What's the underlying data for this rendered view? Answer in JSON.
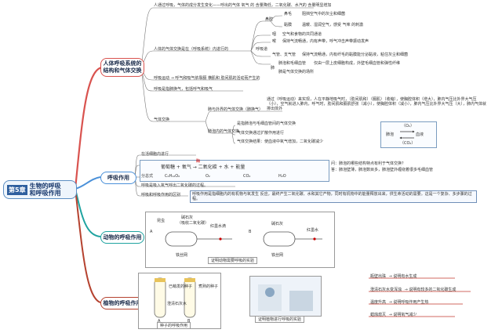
{
  "root": {
    "chapter": "第5章",
    "title_line1": "生物的呼吸",
    "title_line2": "和呼吸作用"
  },
  "branches": {
    "human": {
      "line1": "人体呼吸系统的",
      "line2": "结构和气体交换"
    },
    "respiration": "呼吸作用",
    "animal": "动物的呼吸作用",
    "plant": "植物的呼吸作用"
  },
  "human_items": {
    "i1": "人通过呼吸，气体的成分发生变化——呼出的气体 氧气 的 含量降低，二氧化碳、水汽的 含量明显增加",
    "i2": "人体的气体交换是在（呼吸系统）内进行的",
    "tract": "呼吸道",
    "nose": "鼻腔",
    "nose_hair": "鼻毛",
    "nose_hair_desc": "阻挡空气中的灰尘和细菌",
    "mucous": "黏膜",
    "mucous_desc": "温暖、湿润空气，感受 气味 的刺激",
    "pharynx": "咽",
    "pharynx_desc": "空气和食物的共同通道",
    "larynx": "喉",
    "larynx_desc": "保持气流畅通，内有声带，呼气冲击声带振动发声",
    "trachea": "气管、支气管",
    "trachea_desc": "保持气流畅通，内有纤毛的黏膜能分泌黏液，粘住灰尘和细菌",
    "lung": "肺",
    "alveoli": "肺泡和毛细血管",
    "alveoli_desc": "仅由一层上皮细胞构成，外壁毛细血管和弹性纤维",
    "lung_desc": "肺是气体交换的场所",
    "i3": "呼吸运动  →  呼气和吸气依靠膈 横肌和 肋间肌的活动而产生的",
    "i4": "呼吸是指肺换气，包括呼气和吸气",
    "gas": "气体交换",
    "g1": "肺与外界的气体交换（肺换气）",
    "g1a": "通过（呼吸运动）来实现，人在平静地吸气时，（肋间肌和）（膈肌）（收缩），使胸腔体积（增大），肺内气压比外界大气压（小），空气就进入肺内，呼气时，肋间肌和膈肌舒张（减小），使胸腔体积（减小），肺内气压比外界大气压（大），肺内气体就排出体外",
    "g2": "肺泡内的气体交换",
    "g2a": "是指肺泡与毛细血管间的气体交换",
    "g2b": "气体交换通过扩散作用进行",
    "g2c": "气体交换结果：使血液中氧气增加，二氧化碳减少",
    "o2": "（O₂）",
    "co2": "（CO₂）",
    "alv": "肺泡",
    "blood": "血液"
  },
  "respiration_items": {
    "r0": "在活细胞内进行",
    "r1": "葡萄糖  +  氧气  →  二氧化碳  +  水  +  能量",
    "r1_arrow_label": "酶",
    "r2": "分总式",
    "r2a": "C₆H₁₂O₆",
    "r2b": "O₂",
    "r2c": "CO₂",
    "r2d": "H₂O",
    "r3": "呼吸是吸入氧气呼出二氧化碳的过程。",
    "r4": "呼吸和呼吸作用的区别",
    "r4a": "呼吸作用是指细胞内的有机物与氧发生 反应，最终产生二氧化碳、水和其它产物，同时有机物中的能量释放出来，供生命活动的需要。这是一个复杂、多步骤的过程。",
    "r5a": "问：肺泡的哪些结构特点有利于气体交换？",
    "r5b": "答：肺泡壁薄，肺泡数目多，肺泡壁外缠绕着很多毛细血管"
  },
  "animal_items": {
    "lbl_a": "A",
    "lbl_b": "B",
    "a1": "昆虫",
    "a2": "碱石灰",
    "a3": "（吸收二氧化碳）",
    "a4": "红墨水滴",
    "a5": "铁丝网",
    "a6": "碱石灰",
    "a7": "铁丝网",
    "a8": "红墨水",
    "caption": "证明动物需要呼吸的实验"
  },
  "plant_items": {
    "p1": "已萌发的种子",
    "p2": "煮熟的种子",
    "p3": "澄清石灰水",
    "tube_a": "A",
    "tube_b": "B",
    "caption1": "种子的呼吸作用",
    "caption2": "证明植物进行呼吸的实验",
    "res": [
      {
        "cond": "瓶壁出珠",
        "result": "说明有水生成"
      },
      {
        "cond": "澄清石灰水变浑浊",
        "result": "说明有较多的二氧化碳生成"
      },
      {
        "cond": "温度升高",
        "result": "说明呼吸作用产生热"
      },
      {
        "cond": "蜡烛熄灭",
        "result": "说明氧气减少"
      }
    ]
  },
  "colors": {
    "human": "#d9534f",
    "resp": "#4a90d9",
    "animal": "#1fa3a0",
    "plant": "#b5422f",
    "dark": "#333333"
  }
}
